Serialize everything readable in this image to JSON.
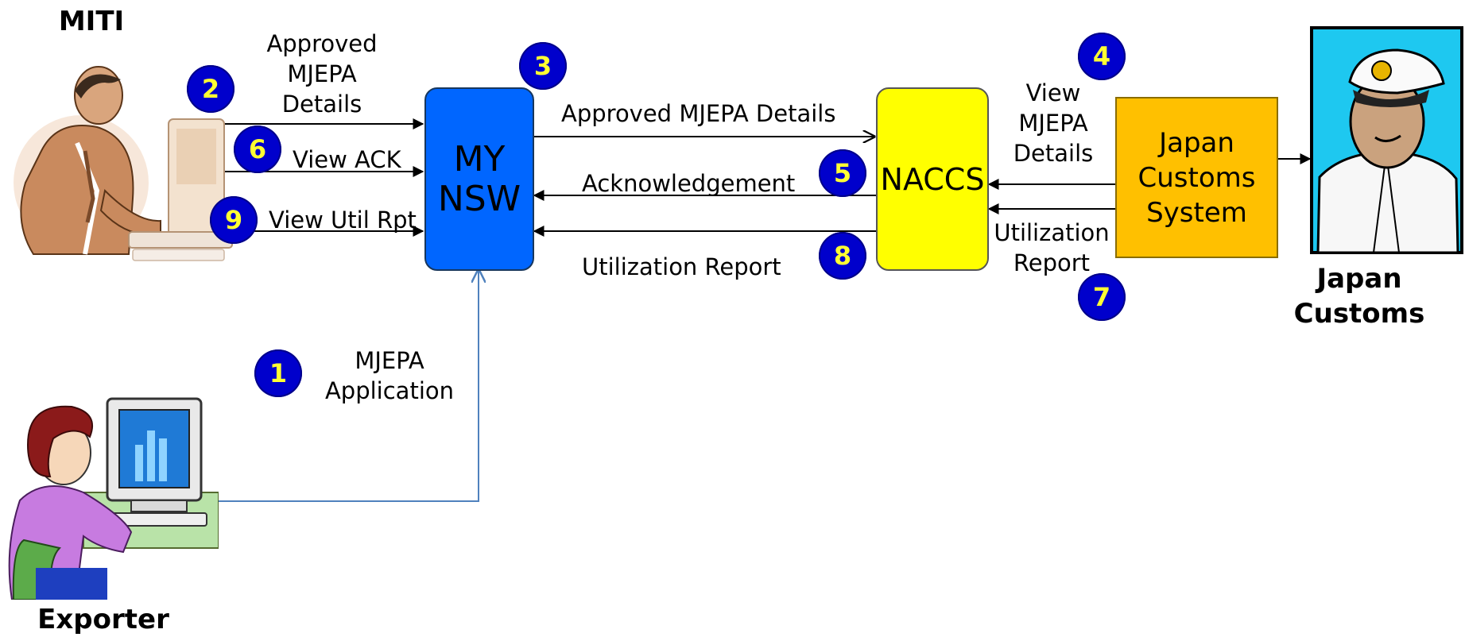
{
  "actors": {
    "miti": "MITI",
    "exporter": "Exporter",
    "japan_customs": [
      "Japan",
      "Customs"
    ]
  },
  "systems": {
    "mynsw": [
      "MY",
      "NSW"
    ],
    "naccs": "NACCS",
    "jcs": [
      "Japan",
      "Customs",
      "System"
    ]
  },
  "labels": {
    "approved_mjepa_miti": [
      "Approved",
      "MJEPA",
      "Details"
    ],
    "view_ack": "View ACK",
    "view_util_rpt": "View Util Rpt",
    "approved_mjepa_naccs": "Approved MJEPA Details",
    "acknowledgement": "Acknowledgement",
    "utilization_report": "Utilization Report",
    "view_mjepa": [
      "View",
      "MJEPA",
      "Details"
    ],
    "utilization_report_jc": [
      "Utilization",
      "Report"
    ],
    "mjepa_application": [
      "MJEPA",
      "Application"
    ]
  },
  "steps": [
    "1",
    "2",
    "3",
    "4",
    "5",
    "6",
    "7",
    "8",
    "9"
  ],
  "icons": {
    "miti": "officer-at-computer-icon",
    "exporter": "woman-at-computer-icon",
    "customs": "customs-officer-icon"
  },
  "colors": {
    "mynsw": "#0066ff",
    "naccs": "#ffff00",
    "jcs": "#ffc000",
    "step_fill": "#0000cc",
    "step_text": "#ffff33",
    "exporter_line": "#4f81bd"
  }
}
